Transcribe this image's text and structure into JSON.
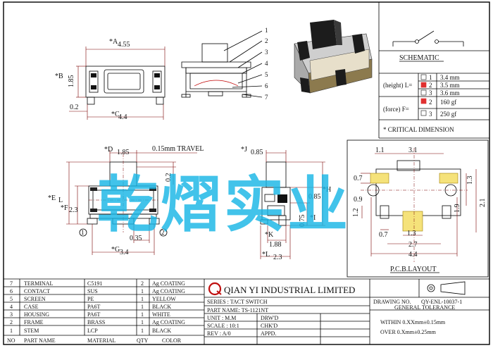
{
  "top_view": {
    "dim_a": "*A",
    "dim_a_val": "4.55",
    "dim_b": "*B",
    "dim_b_val": "1.85",
    "dim_pin": "0.2",
    "dim_c": "*C",
    "dim_c_val": "4.4"
  },
  "side_view": {
    "callouts": [
      "1",
      "2",
      "3",
      "4",
      "5",
      "6",
      "7"
    ]
  },
  "front_view": {
    "dim_d": "*D",
    "dim_d_val": "1.85",
    "travel": "0.15mm  TRAVEL",
    "dim_02": "0.2",
    "dim_e": "*E",
    "dim_e_l": "L",
    "dim_f": "*F",
    "dim_f_val": "2.3",
    "dim_035": "0.35",
    "dim_g": "*G",
    "dim_g_val": "3.4",
    "pin1": "1",
    "pin2": "2"
  },
  "end_view": {
    "dim_j": "*J",
    "dim_j_val": "0.85",
    "dim_h": "*H",
    "dim_085": "0.85",
    "dim_075": "0.75",
    "dim_i": "*I",
    "dim_k": "*K",
    "dim_k_val": "1.88",
    "dim_l": "*L",
    "dim_l_val": "2.3"
  },
  "schematic": {
    "title": "SCHEMATIC"
  },
  "options": {
    "height_label": "(height) L=",
    "heights": [
      {
        "code": "1",
        "value": "3.4 mm",
        "selected": false
      },
      {
        "code": "2",
        "value": "3.5 mm",
        "selected": true
      },
      {
        "code": "3",
        "value": "3.6 mm",
        "selected": false
      }
    ],
    "force_label": "(force) F=",
    "forces": [
      {
        "code": "2",
        "value": "160 gf",
        "selected": true
      },
      {
        "code": "3",
        "value": "250 gf",
        "selected": false
      }
    ],
    "note": "* CRITICAL  DIMENSION"
  },
  "pcb": {
    "title": "P.C.B.LAYOUT",
    "d_11": "1.1",
    "d_31": "3.1",
    "d_07": "0.7",
    "d_13": "1.3",
    "d_09": "0.9",
    "d_12": "1.2",
    "d_19": "1.9",
    "d_21": "2.1",
    "d_07b": "0.7",
    "d_13b": "1.3",
    "d_27": "2.7",
    "d_44": "4.4"
  },
  "watermark": "乾熠实业",
  "colors": {
    "pad_yellow": "#f5e27a",
    "pad_red": "#e03030",
    "watermark": "#19b6e6"
  },
  "bom": {
    "rows": [
      {
        "no": "7",
        "name": "TERMINAL",
        "material": "C5191",
        "qty": "2",
        "color": "Ag COATING"
      },
      {
        "no": "6",
        "name": "CONTACT",
        "material": "SUS",
        "qty": "1",
        "color": "Ag COATING"
      },
      {
        "no": "5",
        "name": "SCREEN",
        "material": "PE",
        "qty": "1",
        "color": "YELLOW"
      },
      {
        "no": "4",
        "name": "CASE",
        "material": "PA6T",
        "qty": "1",
        "color": "BLACK"
      },
      {
        "no": "3",
        "name": "HOUSING",
        "material": "PA6T",
        "qty": "1",
        "color": "WHITE"
      },
      {
        "no": "2",
        "name": "FRAME",
        "material": "BRASS",
        "qty": "1",
        "color": "Ag COATING"
      },
      {
        "no": "1",
        "name": "STEM",
        "material": "LCP",
        "qty": "1",
        "color": "BLACK"
      }
    ],
    "header": {
      "no": "NO",
      "name": "PART NAME",
      "material": "MATERIAL",
      "qty": "QTY",
      "color": "COLOR"
    }
  },
  "company": "QIAN  YI  INDUSTRIAL  LIMITED",
  "title_block": {
    "series": "SERIES : TACT SWITCH",
    "part_name": "PART NAME: TS-1121NT",
    "unit": "UNIT : M.M",
    "drw": "DRW'D",
    "scale": "SCALE : 10:1",
    "chkd": "CHK'D",
    "rev": "REV : A/0",
    "appd": "APPD."
  },
  "drawing_block": {
    "drawing_no_label": "DRAWING NO.",
    "drawing_no": "QY-ENL-10037-1",
    "tolerance": "GENERAL TOLERANCE",
    "within": "WITHIN  0.XXmm±0.15mm",
    "over": "OVER   0.Xmm±0.25mm"
  }
}
